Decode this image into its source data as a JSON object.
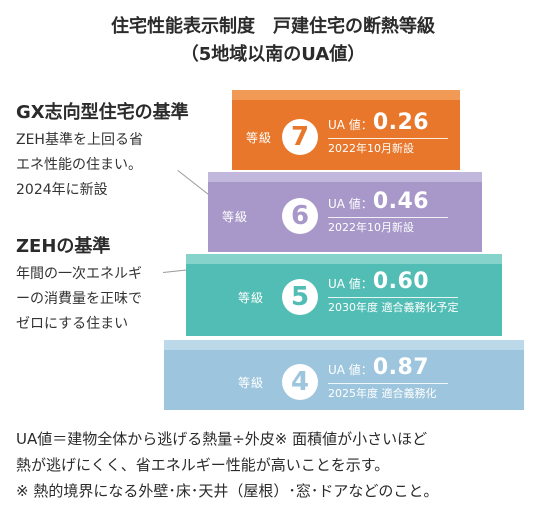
{
  "title": {
    "line1": "住宅性能表示制度　戸建住宅の断熱等級",
    "line2": "（5地域以南のUA値）"
  },
  "gx": {
    "heading": "GX志向型住宅の基準",
    "body": "ZEH基準を上回る省\nエネ性能の住まい。\n2024年に新設"
  },
  "zeh": {
    "heading": "ZEHの基準",
    "body": "年間の一次エネルギ\nーの消費量を正味で\nゼロにする住まい"
  },
  "steps": [
    {
      "grade_label": "等級",
      "grade": "7",
      "ua_label": "UA 値：",
      "ua": "0.26",
      "note": "2022年10月新設",
      "color": "#E8772B",
      "top_color": "#F09A55"
    },
    {
      "grade_label": "等級",
      "grade": "6",
      "ua_label": "UA 値：",
      "ua": "0.46",
      "note": "2022年10月新設",
      "color": "#A798C9",
      "top_color": "#C2B7DD"
    },
    {
      "grade_label": "等級",
      "grade": "5",
      "ua_label": "UA 値：",
      "ua": "0.60",
      "note": "2030年度 適合義務化予定",
      "color": "#52BDB4",
      "top_color": "#86D3CC"
    },
    {
      "grade_label": "等級",
      "grade": "4",
      "ua_label": "UA 値：",
      "ua": "0.87",
      "note": "2025年度 適合義務化",
      "color": "#9DC6DE",
      "top_color": "#BCD9EA"
    }
  ],
  "footer": {
    "line1": "UA値＝建物全体から逃げる熱量÷外皮※ 面積値が小さいほど",
    "line2": "熱が逃げにくく、省エネルギー性能が高いことを示す。",
    "line3": "※ 熱的境界になる外壁･床･天井（屋根）･窓･ドアなどのこと。"
  }
}
